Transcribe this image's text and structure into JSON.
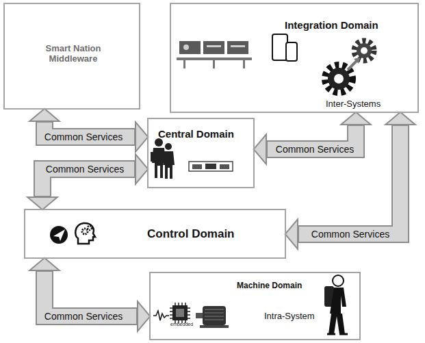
{
  "diagram": {
    "nodes": [
      {
        "text": [
          "Smart Nation Middleware"
        ]
      },
      {
        "text": [
          "Integration Domain",
          "Inter-Systems"
        ]
      },
      {
        "text": [
          "Central Domain"
        ]
      },
      {
        "text": [
          "Control Domain"
        ]
      },
      {
        "text": [
          "Machine Domain",
          "Intra-System"
        ]
      }
    ],
    "edges": [
      {
        "from": 0,
        "to": 2,
        "arrow": "both",
        "label": "Common Services"
      },
      {
        "from": 2,
        "to": 3,
        "arrow": "both",
        "label": "Common Services"
      },
      {
        "from": 1,
        "to": 2,
        "arrow": "both",
        "label": "Common Services"
      },
      {
        "from": 1,
        "to": 3,
        "arrow": "both",
        "label": "Common Services"
      },
      {
        "from": 3,
        "to": 4,
        "arrow": "both",
        "label": "Common Services"
      }
    ],
    "labels": [
      "embedded"
    ]
  }
}
